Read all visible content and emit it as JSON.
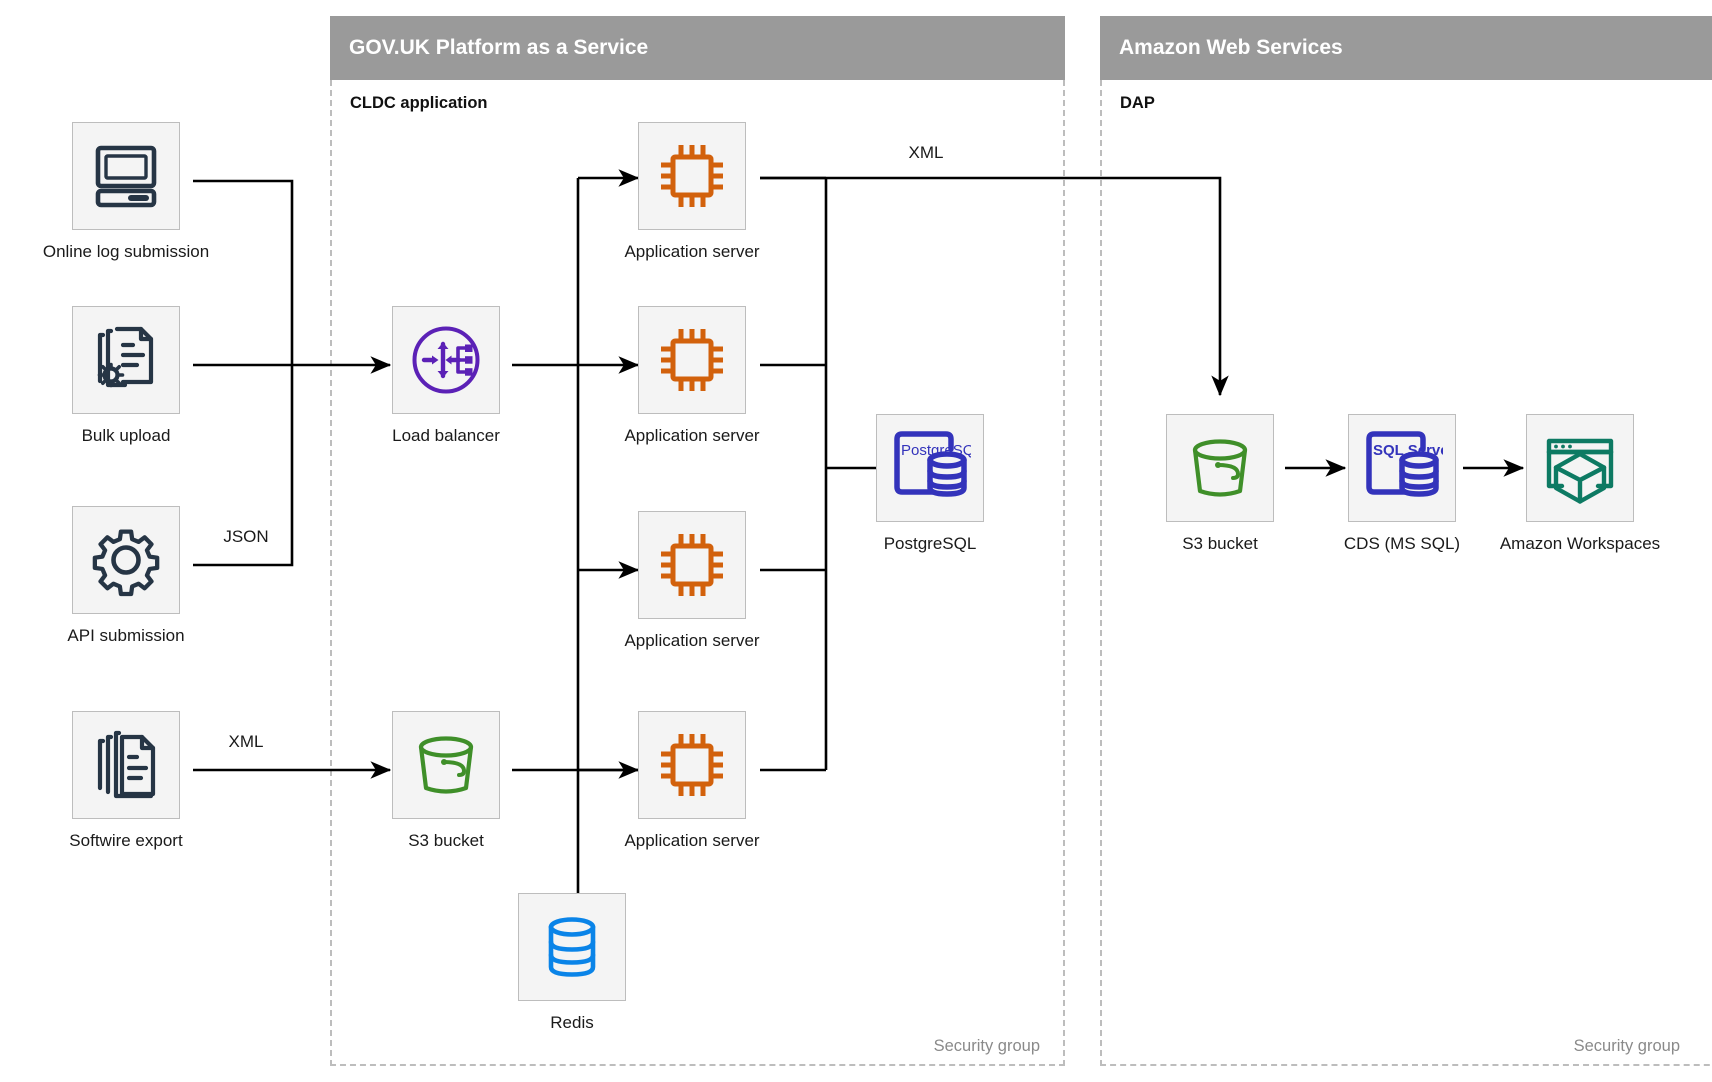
{
  "panels": [
    {
      "id": "paas",
      "title": "GOV.UK Platform as a Service",
      "sublabel": "CLDC application",
      "security_label": "Security group"
    },
    {
      "id": "aws",
      "title": "Amazon Web Services",
      "sublabel": "DAP",
      "security_label": "Security group"
    }
  ],
  "colors": {
    "panel_header_bg": "#9a9a9a",
    "panel_header_text": "#ffffff",
    "panel_dash_border": "#bdbdbd",
    "node_box_bg": "#f4f4f4",
    "node_box_border": "#bdbdbd",
    "connector": "#000000",
    "dark_icon": "#263545",
    "chip_orange": "#d2610c",
    "loadbalancer_purple": "#5b21b6",
    "database_blue": "#3333bb",
    "redis_blue": "#0a84e8",
    "bucket_green": "#3f8f29",
    "workspaces_teal": "#0d7a63",
    "security_label_text": "#8a8a8a"
  },
  "nodes": [
    {
      "id": "online-log",
      "icon": "desktop-computer-icon",
      "label": "Online log submission"
    },
    {
      "id": "bulk-upload",
      "icon": "document-gear-icon",
      "label": "Bulk upload"
    },
    {
      "id": "api-submission",
      "icon": "gear-icon",
      "label": "API submission"
    },
    {
      "id": "softwire-export",
      "icon": "documents-stack-icon",
      "label": "Softwire export"
    },
    {
      "id": "load-balancer",
      "icon": "load-balancer-icon",
      "label": "Load balancer"
    },
    {
      "id": "s3-bucket-paas",
      "icon": "bucket-icon",
      "label": "S3 bucket"
    },
    {
      "id": "app-server-1",
      "icon": "cpu-chip-icon",
      "label": "Application server"
    },
    {
      "id": "app-server-2",
      "icon": "cpu-chip-icon",
      "label": "Application server"
    },
    {
      "id": "app-server-3",
      "icon": "cpu-chip-icon",
      "label": "Application server"
    },
    {
      "id": "app-server-4",
      "icon": "cpu-chip-icon",
      "label": "Application server"
    },
    {
      "id": "redis",
      "icon": "database-cylinder-icon",
      "label": "Redis"
    },
    {
      "id": "postgresql",
      "icon": "postgresql-icon",
      "label": "PostgreSQL",
      "icon_text": "PostgreSQL"
    },
    {
      "id": "s3-bucket-aws",
      "icon": "bucket-icon",
      "label": "S3 bucket"
    },
    {
      "id": "cds-mssql",
      "icon": "sqlserver-icon",
      "label": "CDS (MS SQL)",
      "icon_text": "SQL Server"
    },
    {
      "id": "amazon-workspaces",
      "icon": "workspaces-cube-icon",
      "label": "Amazon Workspaces"
    }
  ],
  "edge_labels": [
    {
      "id": "json-label",
      "text": "JSON"
    },
    {
      "id": "xml-source-label",
      "text": "XML"
    },
    {
      "id": "xml-export-label",
      "text": "XML"
    }
  ]
}
